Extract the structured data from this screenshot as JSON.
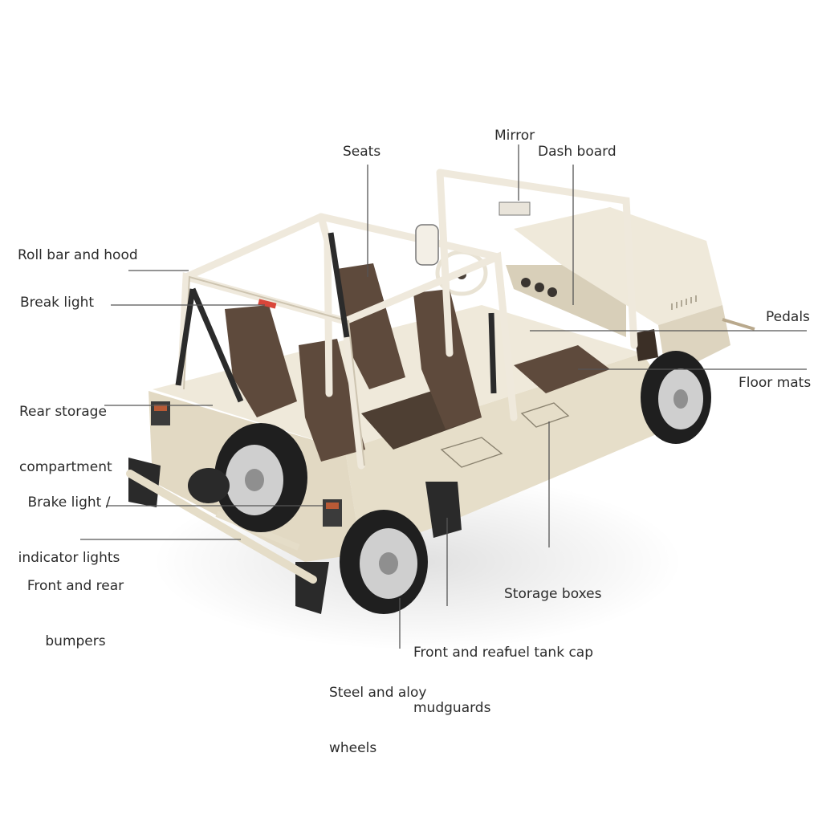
{
  "diagram": {
    "callouts": {
      "mirror": "Mirror",
      "seats": "Seats",
      "dash_board": "Dash board",
      "roll_bar": "Roll bar and hood",
      "break_light": "Break light",
      "rear_storage_1": "Rear storage",
      "rear_storage_2": "compartment",
      "brake_indicator_1": "Brake light /",
      "brake_indicator_2": "indicator lights",
      "bumpers_1": "Front and rear",
      "bumpers_2": "bumpers",
      "pedals": "Pedals",
      "floor_mats": "Floor mats",
      "storage_1": "Storage boxes",
      "storage_2": "fuel tank cap",
      "mudguards_1": "Front and rear",
      "mudguards_2": "mudguards",
      "wheels_1": "Steel and aloy",
      "wheels_2": "wheels"
    },
    "colors": {
      "body": "#ede6d6",
      "body_shade": "#d9d0bc",
      "seat": "#5e4a3c",
      "tire": "#1f1f1f",
      "rim": "#cfcfcf",
      "leader": "#555555",
      "roll_bar": "#efe9dc"
    }
  }
}
